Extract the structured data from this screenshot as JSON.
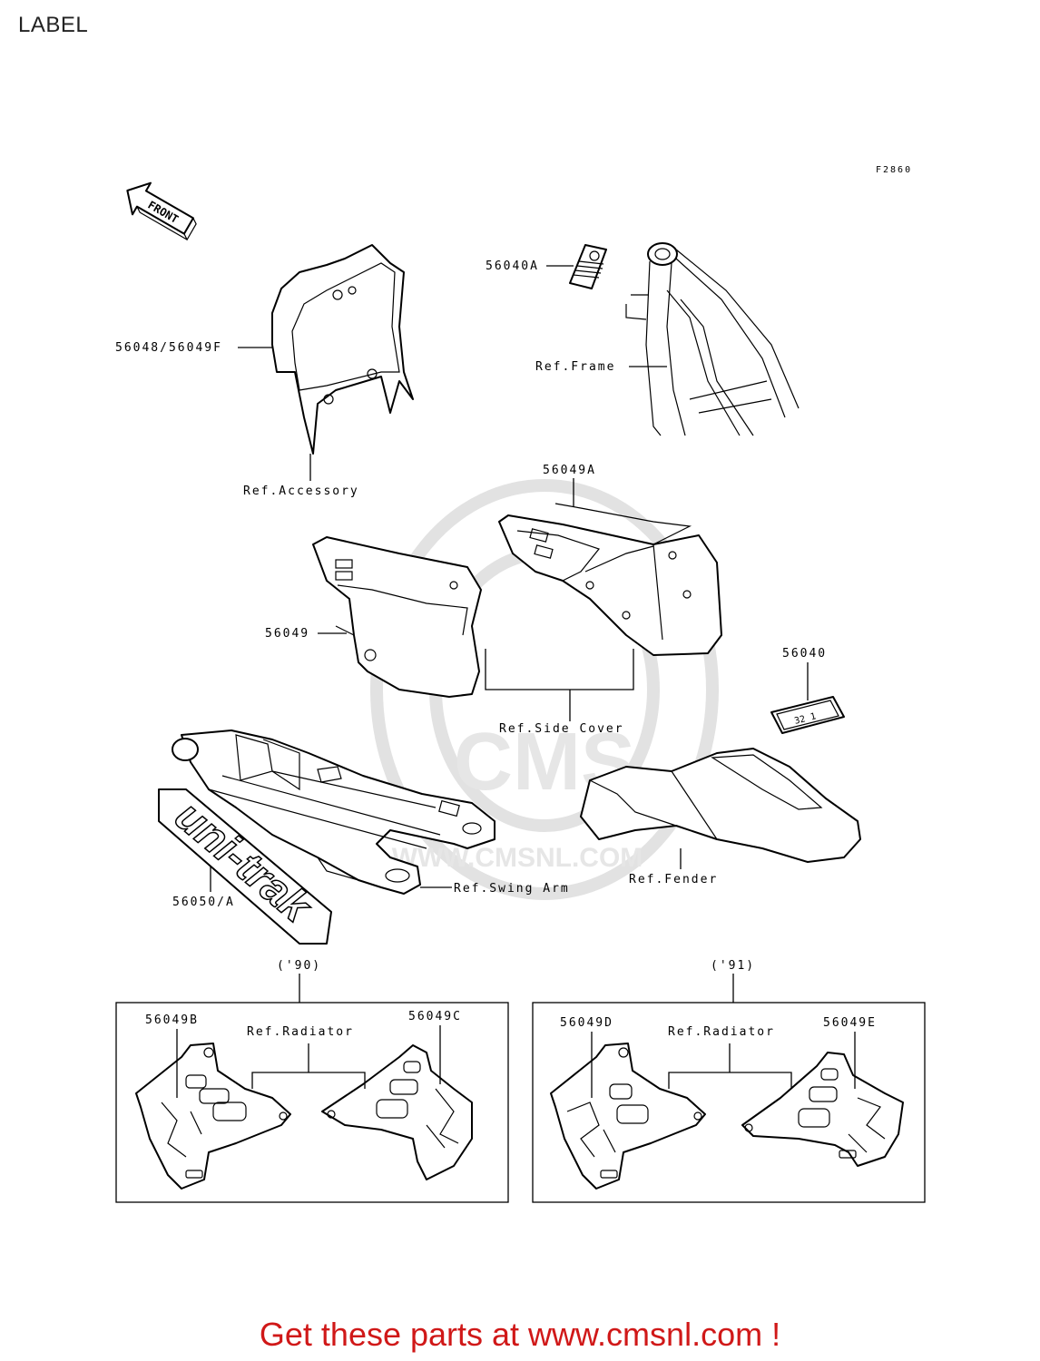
{
  "page_title": "LABEL",
  "figure_code": "F2860",
  "front_arrow": "FRONT",
  "watermark": {
    "brand": "CMS",
    "url": "WWW.CMSNL.COM"
  },
  "callouts": {
    "c_56040A": "56040A",
    "c_56048": "56048/56049F",
    "c_frame": "Ref.Frame",
    "c_accessory": "Ref.Accessory",
    "c_56049A": "56049A",
    "c_56049": "56049",
    "c_56040": "56040",
    "c_sidecover": "Ref.Side Cover",
    "c_56050": "56050/A",
    "c_swingarm": "Ref.Swing Arm",
    "c_fender": "Ref.Fender",
    "c_year90": "('90)",
    "c_year91": "('91)",
    "c_56049B": "56049B",
    "c_56049C": "56049C",
    "c_rad90": "Ref.Radiator",
    "c_56049D": "56049D",
    "c_56049E": "56049E",
    "c_rad91": "Ref.Radiator"
  },
  "decal_text": "uni-trak",
  "badge_text": "32 1",
  "footer_link": "Get these parts at www.cmsnl.com !",
  "colors": {
    "footer": "#d01818",
    "lines": "#000000",
    "watermark": "#e2e2e2"
  }
}
